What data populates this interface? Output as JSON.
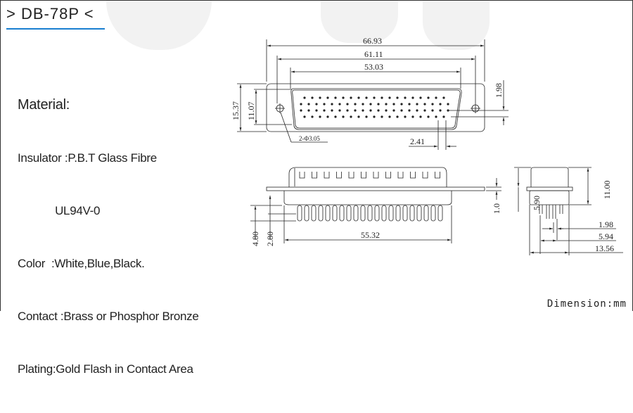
{
  "header": {
    "title": "> DB-78P <"
  },
  "material": {
    "heading": "Material:",
    "insulator": "Insulator :P.B.T Glass Fibre",
    "insulator_rating": "            UL94V-0",
    "color": "Color  :White,Blue,Black.",
    "contact": "Contact :Brass or Phosphor Bronze",
    "plating": "Plating:Gold Flash in Contact Area"
  },
  "drawing": {
    "top_view": {
      "overall": "66.93",
      "holes_pitch": "61.11",
      "shell": "53.03",
      "height": "15.37",
      "shell_height": "11.07",
      "row_offset": "1.98",
      "holes": "2-Φ3.05",
      "pitch": "2.41",
      "pin_rows": [
        19,
        20,
        20,
        19
      ]
    },
    "side_view": {
      "width": "55.32",
      "flange": "1.0",
      "pin_total": "4.80",
      "pin_tail": "2.80"
    },
    "end_view": {
      "upper": "5.90",
      "total": "11.00",
      "row_pitch": "1.98",
      "pins_span": "5.94",
      "body": "13.56"
    }
  },
  "footer": {
    "unit": "Dimension:mm"
  },
  "colors": {
    "accent": "#1a7fd0"
  }
}
